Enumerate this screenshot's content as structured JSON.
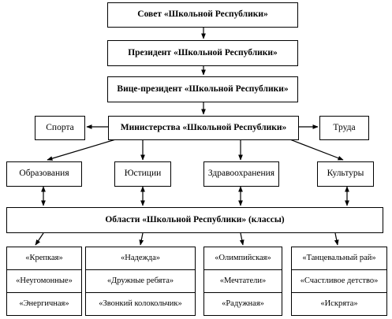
{
  "council": "Совет «Школьной Республики»",
  "president": "Президент «Школьной Республики»",
  "vice_president": "Вице-президент «Школьной Республики»",
  "ministries": "Министерства «Школьной Республики»",
  "sport": "Спорта",
  "labor": "Труда",
  "departments": [
    "Образования",
    "Юстиции",
    "Здравоохранения",
    "Культуры"
  ],
  "regions": "Области «Школьной Республики» (классы)",
  "classes": [
    [
      "«Крепкая»",
      "«Неугомонные»",
      "«Энергичная»"
    ],
    [
      "«Надежда»",
      "«Дружные ребята»",
      "«Звонкий колокольчик»"
    ],
    [
      "«Олимпийская»",
      "«Мечтатели»",
      "«Радужная»"
    ],
    [
      "«Танцевальный рай»",
      "«Счастливое детство»",
      "«Искрята»"
    ]
  ]
}
